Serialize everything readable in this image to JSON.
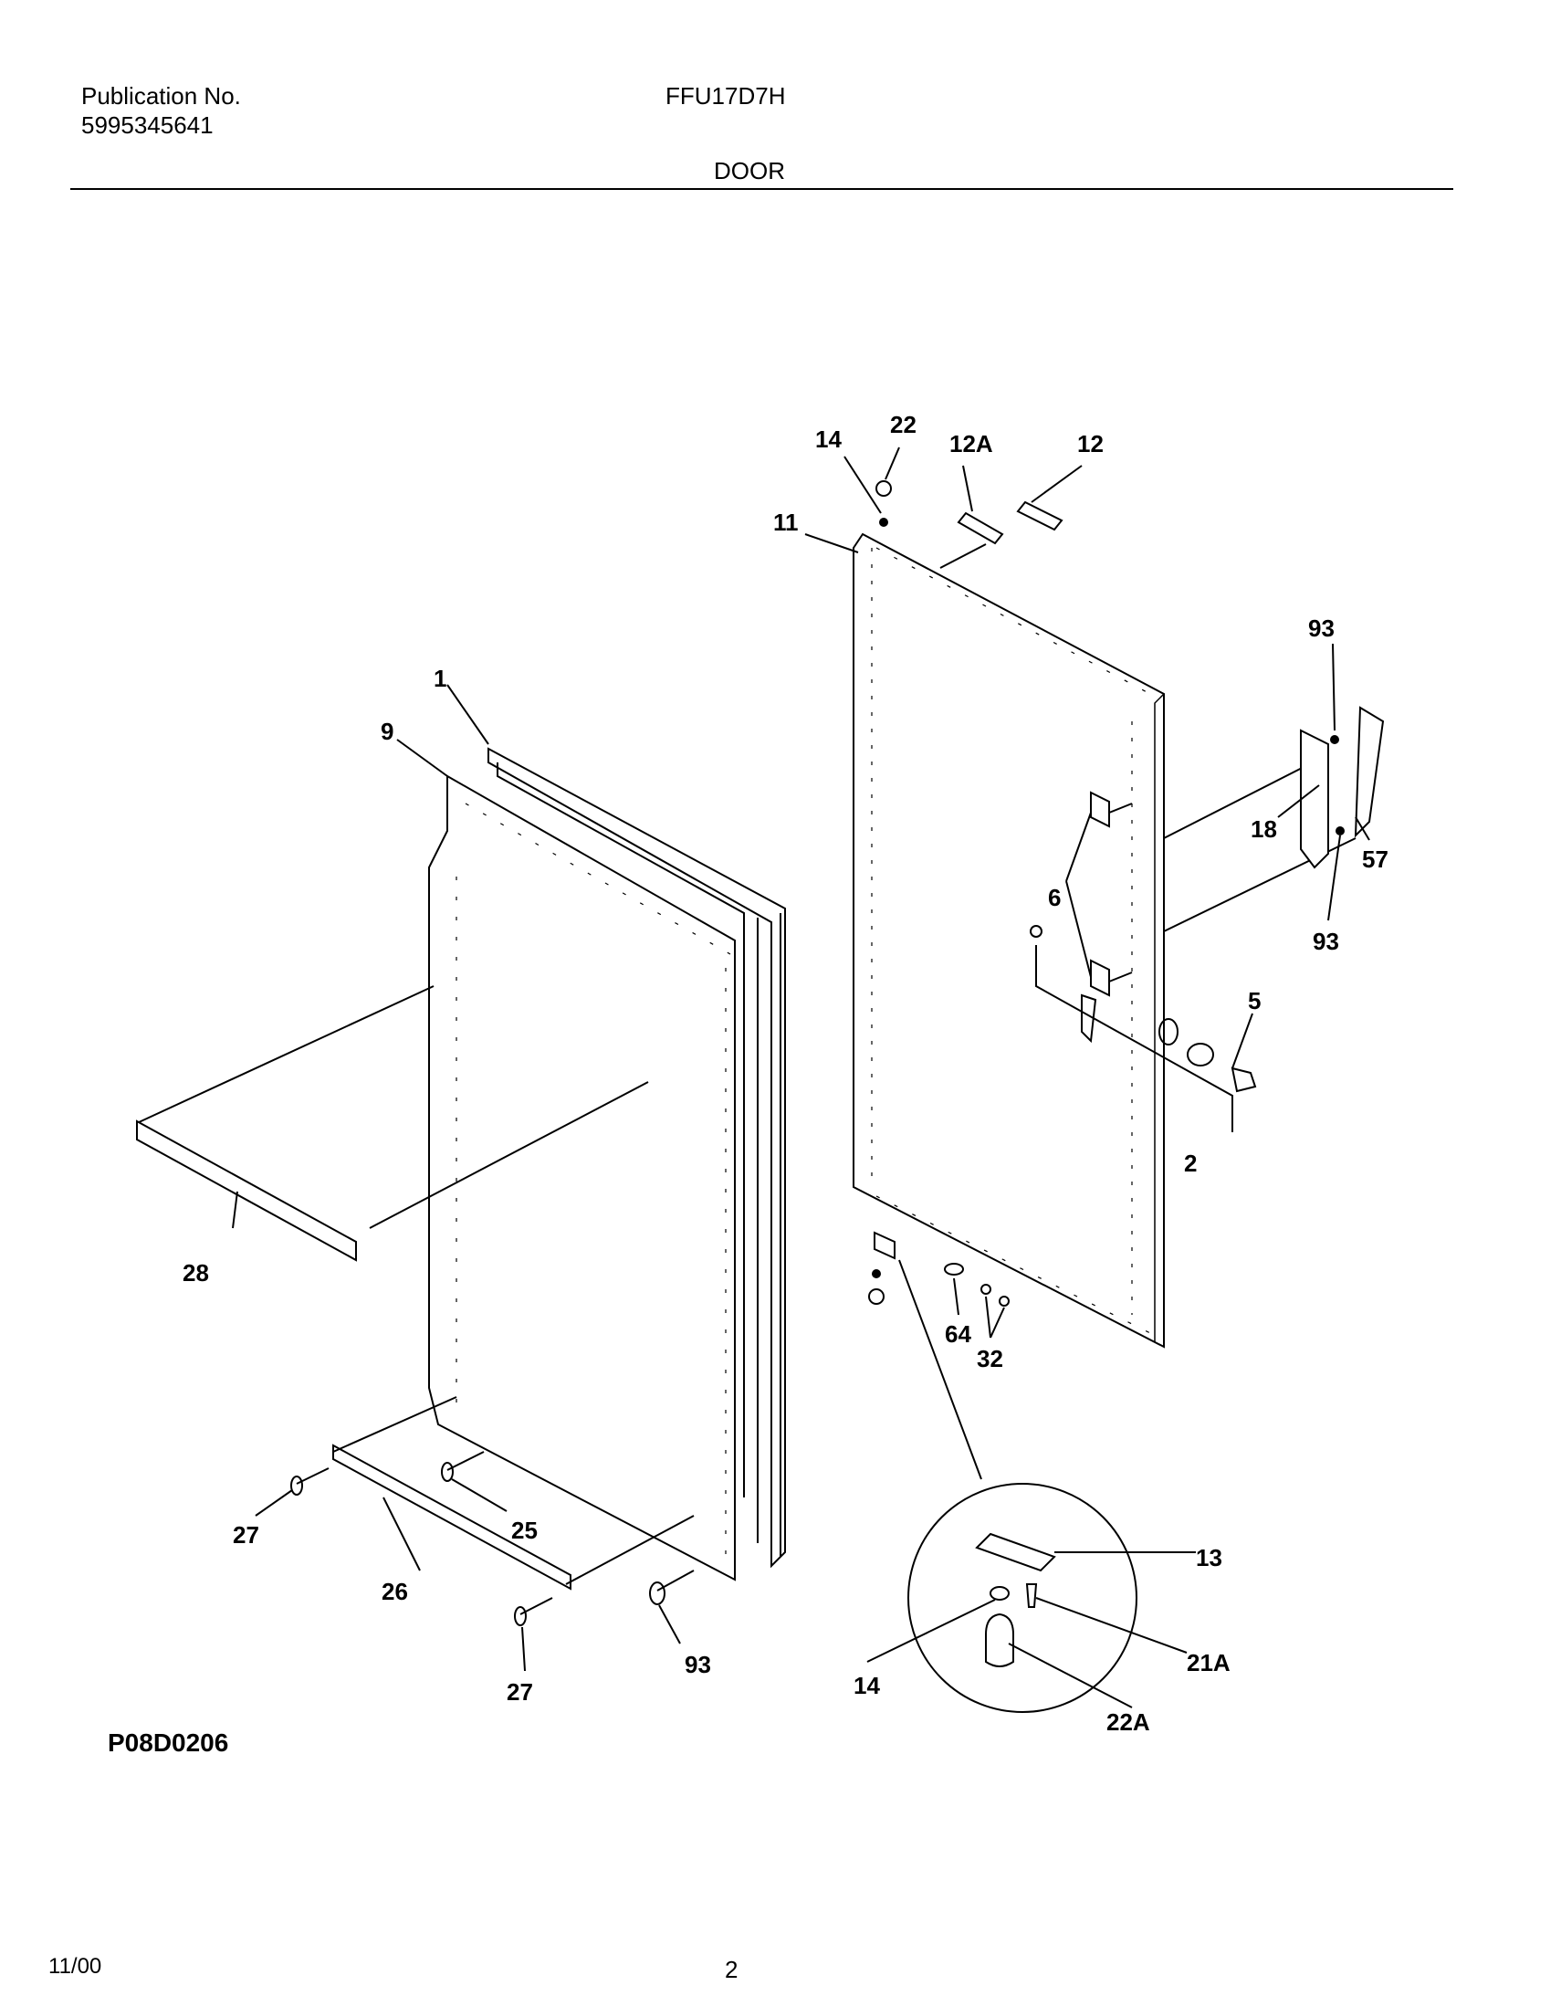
{
  "header": {
    "publication_label": "Publication No.",
    "publication_number": "5995345641",
    "model": "FFU17D7H",
    "section_title": "DOOR"
  },
  "diagram": {
    "figure_code": "P08D0206",
    "callouts": [
      {
        "id": "c-22",
        "text": "22"
      },
      {
        "id": "c-14-top",
        "text": "14"
      },
      {
        "id": "c-12a",
        "text": "12A"
      },
      {
        "id": "c-12",
        "text": "12"
      },
      {
        "id": "c-11",
        "text": "11"
      },
      {
        "id": "c-93-top",
        "text": "93"
      },
      {
        "id": "c-1",
        "text": "1"
      },
      {
        "id": "c-9",
        "text": "9"
      },
      {
        "id": "c-18",
        "text": "18"
      },
      {
        "id": "c-57",
        "text": "57"
      },
      {
        "id": "c-6",
        "text": "6"
      },
      {
        "id": "c-93-mid",
        "text": "93"
      },
      {
        "id": "c-5",
        "text": "5"
      },
      {
        "id": "c-2",
        "text": "2"
      },
      {
        "id": "c-28",
        "text": "28"
      },
      {
        "id": "c-64",
        "text": "64"
      },
      {
        "id": "c-32",
        "text": "32"
      },
      {
        "id": "c-27-a",
        "text": "27"
      },
      {
        "id": "c-25",
        "text": "25"
      },
      {
        "id": "c-26",
        "text": "26"
      },
      {
        "id": "c-93-bot",
        "text": "93"
      },
      {
        "id": "c-27-b",
        "text": "27"
      },
      {
        "id": "c-13",
        "text": "13"
      },
      {
        "id": "c-21a",
        "text": "21A"
      },
      {
        "id": "c-14-bot",
        "text": "14"
      },
      {
        "id": "c-22a",
        "text": "22A"
      }
    ]
  },
  "footer": {
    "date": "11/00",
    "page": "2"
  }
}
